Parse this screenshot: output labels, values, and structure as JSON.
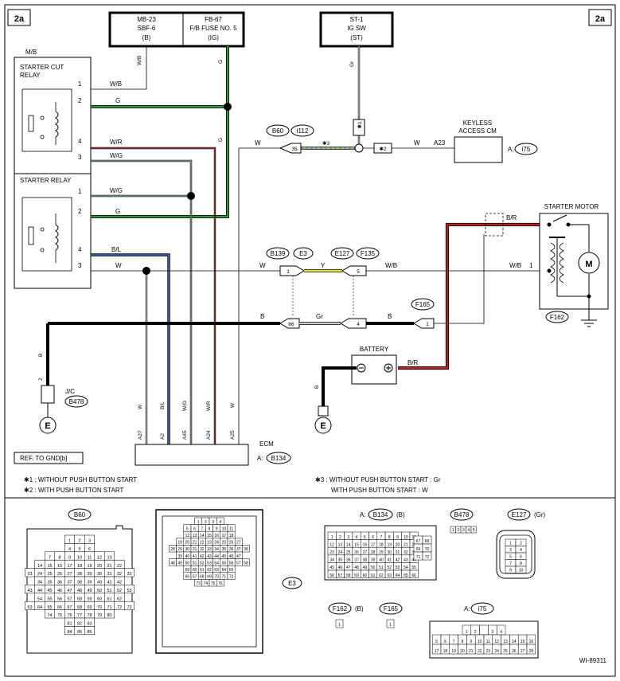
{
  "corner_label": "2a",
  "sources": {
    "mb": {
      "l1": "MB-23",
      "l2": "SBF-6",
      "l3": "(B)"
    },
    "fb": {
      "l1": "FB-67",
      "l2": "F/B FUSE NO. 5",
      "l3": "(IG)"
    },
    "st": {
      "l1": "ST-1",
      "l2": "IG SW",
      "l3": "(ST)"
    }
  },
  "relays": {
    "mb_label": "M/B",
    "cut_l1": "STARTER CUT",
    "cut_l2": "RELAY",
    "starter": "STARTER RELAY",
    "p1": "1",
    "p2": "2",
    "p3": "3",
    "p4": "4"
  },
  "colors": {
    "wb": "W/B",
    "g": "G",
    "wr": "W/R",
    "wg": "W/G",
    "bl": "B/L",
    "w": "W",
    "gr_small": "Gr",
    "b": "B",
    "y": "Y",
    "gr": "Gr",
    "br": "B/R",
    "two": "2"
  },
  "stars": {
    "s1": "✱1",
    "s2": "✱2",
    "s3": "✱3"
  },
  "connectors": {
    "b60": "B60",
    "i112": "i112",
    "pin35": "35",
    "pin_a23": "A23",
    "keyless_l1": "KEYLESS",
    "keyless_l2": "ACCESS CM",
    "a_prefix": "A:",
    "i75": "i75",
    "b139": "B139",
    "e3": "E3",
    "e127": "E127",
    "f135": "F135",
    "pin1": "1",
    "pin5": "5",
    "pin66": "66",
    "pin4": "4",
    "f165": "F165",
    "pin1b": "1",
    "starter_motor": "STARTER MOTOR",
    "motor": "M",
    "f162": "F162",
    "battery": "BATTERY",
    "jc": "J/C",
    "b478": "B478",
    "ground": "E",
    "ref_gnd": "REF. TO GND[b]"
  },
  "ecm": {
    "title": "ECM",
    "a_prefix": "A:",
    "b134": "B134",
    "pins": [
      "A27",
      "A2",
      "A45",
      "A24",
      "A25"
    ],
    "wires": [
      "W",
      "B/L",
      "W/G",
      "W/R",
      "W"
    ]
  },
  "notes": {
    "n1": "✱1 : WITHOUT PUSH BUTTON START",
    "n2": "✱2 : WITH PUSH BUTTON START",
    "n3a": "✱3 : WITHOUT PUSH BUTTON START : Gr",
    "n3b": "WITH PUSH BUTTON START : W"
  },
  "views": {
    "b60": "B60",
    "e3": "E3",
    "a_b134": "A:",
    "b134": "B134",
    "b134_color": "(B)",
    "b478": "B478",
    "e127": "E127",
    "e127_color": "(Gr)",
    "f162": "F162",
    "f162_color": "(B)",
    "f165": "F165",
    "a_i75": "A:",
    "i75": "i75"
  },
  "pin_grids": {
    "b60": [
      [
        "1",
        "2",
        "3"
      ],
      [
        "4",
        "5",
        "6"
      ],
      [
        "7",
        "8",
        "9",
        "10",
        "11",
        "12",
        "13"
      ],
      [
        "14",
        "15",
        "16",
        "17",
        "18",
        "19",
        "20",
        "21",
        "22"
      ],
      [
        "23",
        "24",
        "25",
        "26",
        "27",
        "28",
        "29",
        "30",
        "31",
        "32",
        "33"
      ],
      [
        "34",
        "35",
        "36",
        "37",
        "38",
        "39",
        "40",
        "41",
        "42"
      ],
      [
        "43",
        "44",
        "45",
        "46",
        "47",
        "48",
        "49",
        "50",
        "51",
        "52",
        "53"
      ],
      [
        "54",
        "55",
        "56",
        "57",
        "58",
        "59",
        "60",
        "61",
        "62"
      ],
      [
        "63",
        "64",
        "65",
        "66",
        "67",
        "68",
        "69",
        "70",
        "71",
        "72",
        "73"
      ],
      [
        "74",
        "75",
        "76",
        "77",
        "78",
        "79",
        "80"
      ],
      [
        "81",
        "82",
        "83"
      ],
      [
        "84",
        "85",
        "86"
      ]
    ],
    "e3": [
      [
        "1",
        "2",
        "3",
        "4"
      ],
      [
        "5",
        "6",
        "7",
        "8",
        "9",
        "10",
        "11"
      ],
      [
        "12",
        "13",
        "14",
        "15",
        "16",
        "17",
        "18"
      ],
      [
        "19",
        "20",
        "21",
        "22",
        "23",
        "24",
        "25",
        "26",
        "27"
      ],
      [
        "28",
        "29",
        "30",
        "31",
        "32",
        "33",
        "34",
        "35",
        "36",
        "37",
        "38"
      ],
      [
        "39",
        "40",
        "41",
        "42",
        "43",
        "44",
        "45",
        "46",
        "47"
      ],
      [
        "48",
        "49",
        "50",
        "51",
        "52",
        "53",
        "54",
        "55",
        "56",
        "57",
        "58"
      ],
      [
        "59",
        "60",
        "61",
        "62",
        "63",
        "64",
        "65"
      ],
      [
        "66",
        "67",
        "68",
        "69",
        "70",
        "71",
        "72"
      ],
      [
        "73",
        "74",
        "75",
        "76"
      ]
    ],
    "b134": [
      [
        "1",
        "2",
        "3",
        "4",
        "5",
        "6",
        "7",
        "8",
        "9",
        "10",
        "11"
      ],
      [
        "12",
        "13",
        "14",
        "15",
        "16",
        "17",
        "18",
        "19",
        "20",
        "21",
        "22"
      ],
      [
        "23",
        "24",
        "25",
        "26",
        "27",
        "28",
        "29",
        "30",
        "31",
        "32",
        "33"
      ],
      [
        "34",
        "35",
        "36",
        "37",
        "38",
        "39",
        "40",
        "41",
        "42",
        "43",
        "44"
      ],
      [
        "45",
        "46",
        "47",
        "48",
        "49",
        "50",
        "51",
        "52",
        "53",
        "54",
        "55"
      ],
      [
        "56",
        "57",
        "58",
        "59",
        "60",
        "61",
        "62",
        "63",
        "64",
        "65",
        "66"
      ]
    ],
    "b134_side": [
      [
        "67",
        "68"
      ],
      [
        "69",
        "70"
      ],
      [
        "71",
        "72"
      ]
    ],
    "b478": [
      [
        "1",
        "2",
        "3",
        "4",
        "5"
      ]
    ],
    "e127": [
      [
        "1",
        "2"
      ],
      [
        "3",
        "4"
      ],
      [
        "5",
        "6"
      ],
      [
        "7",
        "8"
      ],
      [
        "9",
        "10"
      ]
    ],
    "i75": [
      [
        "1",
        "2",
        " ",
        "3",
        "4"
      ],
      [
        "5",
        "6",
        "7",
        "8",
        "9",
        "10",
        "11",
        "12",
        "13",
        "14",
        "15",
        "16"
      ],
      [
        "17",
        "18",
        "19",
        "20",
        "21",
        "22",
        "23",
        "24",
        "25",
        "26",
        "27",
        "28"
      ]
    ],
    "f162": [
      [
        "1"
      ]
    ],
    "f165": [
      [
        "1"
      ]
    ]
  },
  "watermark": "WI-89311"
}
